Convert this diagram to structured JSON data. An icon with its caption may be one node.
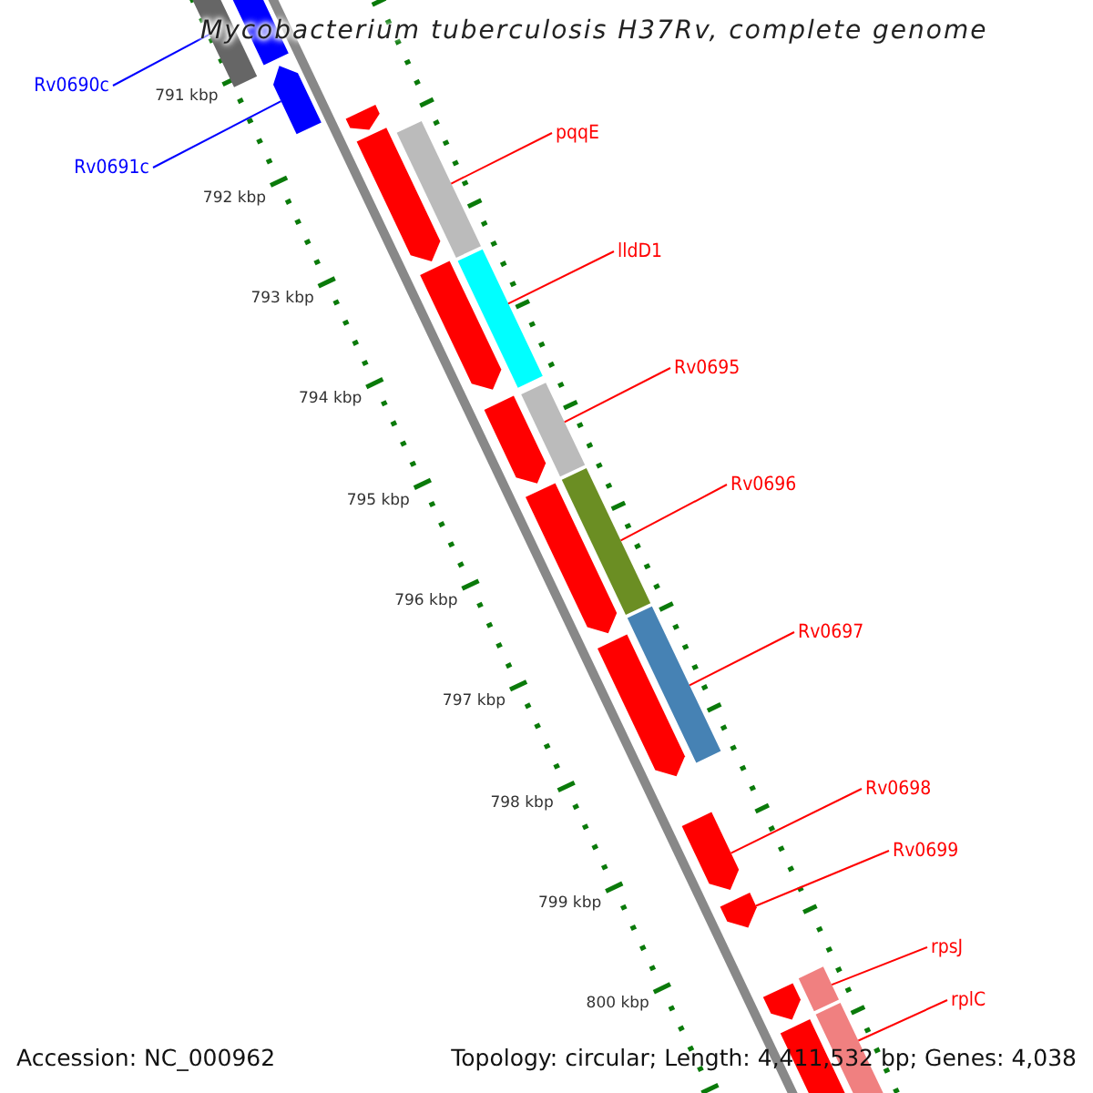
{
  "diagram": {
    "title": "Mycobacterium tuberculosis H37Rv, complete genome",
    "nodes": [
      {
        "text": [
          "Rv0690c"
        ]
      },
      {
        "text": [],
        "shape": "bar"
      },
      {
        "text": [
          "Rv0691c"
        ]
      },
      {
        "text": [],
        "shape": "pentagon"
      },
      {
        "text": [
          "pqqE"
        ]
      },
      {
        "text": [],
        "shape": "bar"
      },
      {
        "text": [
          "lldD1"
        ]
      },
      {
        "text": [],
        "shape": "bar"
      },
      {
        "text": [
          "Rv0695"
        ]
      },
      {
        "text": [],
        "shape": "bar"
      },
      {
        "text": [
          "Rv0696"
        ]
      },
      {
        "text": [],
        "shape": "bar"
      },
      {
        "text": [
          "Rv0697"
        ]
      },
      {
        "text": [],
        "shape": "bar"
      },
      {
        "text": [
          "Rv0698"
        ]
      },
      {
        "text": [],
        "shape": "pentagon"
      },
      {
        "text": [
          "Rv0699"
        ]
      },
      {
        "text": [],
        "shape": "pentagon"
      },
      {
        "text": [
          "rpsJ"
        ]
      },
      {
        "text": [],
        "shape": "bar"
      },
      {
        "text": [
          "rplC"
        ]
      },
      {
        "text": [],
        "shape": "bar"
      },
      {
        "text": [],
        "shape": "pentagon"
      },
      {
        "text": [],
        "shape": "pentagon"
      },
      {
        "text": [],
        "shape": "pentagon"
      },
      {
        "text": [],
        "shape": "pentagon"
      },
      {
        "text": [],
        "shape": "pentagon"
      },
      {
        "text": [],
        "shape": "pentagon"
      },
      {
        "text": [],
        "shape": "pentagon"
      },
      {
        "text": [],
        "shape": "pentagon"
      },
      {
        "text": [],
        "shape": "pentagon"
      }
    ],
    "edges": [
      {
        "from": 0,
        "to": 1,
        "arrow": "none",
        "color": "#0000ff"
      },
      {
        "from": 2,
        "to": 3,
        "arrow": "none",
        "color": "#0000ff"
      },
      {
        "from": 4,
        "to": 5,
        "arrow": "none"
      },
      {
        "from": 6,
        "to": 7,
        "arrow": "none"
      },
      {
        "from": 8,
        "to": 9,
        "arrow": "none"
      },
      {
        "from": 10,
        "to": 11,
        "arrow": "none"
      },
      {
        "from": 12,
        "to": 13,
        "arrow": "none"
      },
      {
        "from": 14,
        "to": 15,
        "arrow": "none"
      },
      {
        "from": 16,
        "to": 17,
        "arrow": "none"
      },
      {
        "from": 18,
        "to": 19,
        "arrow": "none"
      },
      {
        "from": 20,
        "to": 21,
        "arrow": "none"
      }
    ],
    "labels": [
      "791 kbp",
      "792 kbp",
      "793 kbp",
      "794 kbp",
      "795 kbp",
      "796 kbp",
      "797 kbp",
      "798 kbp",
      "799 kbp",
      "800 kbp",
      "Accession: NC_000962",
      "Topology: circular; Length: 4,411,532 bp; Genes: 4,038"
    ]
  }
}
